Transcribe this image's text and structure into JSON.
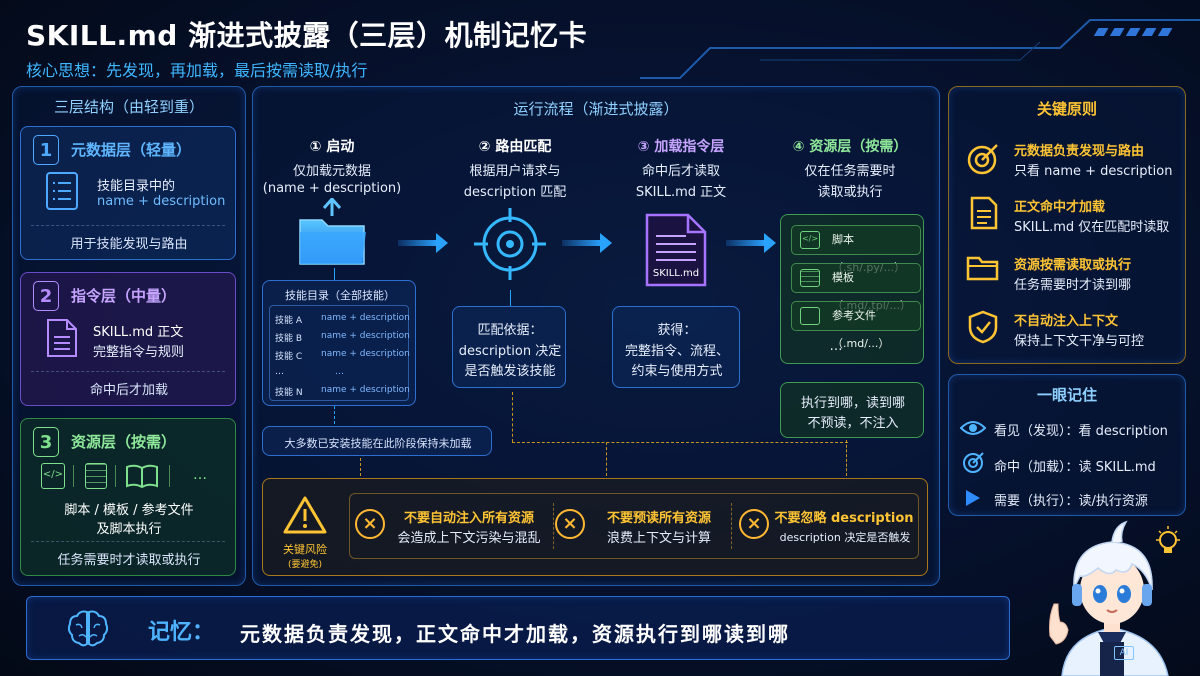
{
  "header": {
    "title": "SKILL.md 渐进式披露（三层）机制记忆卡",
    "subtitle": "核心思想：先发现，再加载，最后按需读取/执行"
  },
  "left": {
    "title": "三层结构（由轻到重）",
    "layers": [
      {
        "num": "1",
        "name": "元数据层（轻量）",
        "line1": "技能目录中的",
        "line2": "name + description",
        "foot": "用于技能发现与路由",
        "icon": "list-document-icon",
        "color": "#4fa8ff"
      },
      {
        "num": "2",
        "name": "指令层（中量）",
        "line1": "SKILL.md 正文",
        "line2": "完整指令与规则",
        "foot": "命中后才加载",
        "icon": "document-icon",
        "color": "#b48cff"
      },
      {
        "num": "3",
        "name": "资源层（按需）",
        "line1": "脚本 / 模板 / 参考文件",
        "line2": "及脚本执行",
        "foot": "任务需要时才读取或执行",
        "icon": "resource-icons",
        "color": "#7ee08c"
      }
    ],
    "layer3_icons": [
      "code-icon",
      "spreadsheet-icon",
      "book-icon",
      "…"
    ]
  },
  "flow": {
    "title": "运行流程（渐进式披露）",
    "steps": [
      {
        "title": "① 启动",
        "line1": "仅加载元数据",
        "line2": "(name + description)",
        "icon": "folder-icon"
      },
      {
        "title": "② 路由匹配",
        "line1": "根据用户请求与",
        "line2": "description 匹配",
        "icon": "target-icon"
      },
      {
        "title": "③ 加载指令层",
        "line1": "命中后才读取",
        "line2": "SKILL.md 正文",
        "icon": "skill-file-icon"
      },
      {
        "title": "④ 资源层（按需）",
        "line1": "仅在任务需要时",
        "line2": "读取或执行",
        "icon": "resources-icon"
      }
    ],
    "skill_file_label": "SKILL.md",
    "catalog": {
      "title": "技能目录（全部技能）",
      "rows": [
        {
          "k": "技能 A",
          "v": "name + description"
        },
        {
          "k": "技能 B",
          "v": "name + description"
        },
        {
          "k": "技能 C",
          "v": "name + description"
        },
        {
          "k": "…",
          "v": "…"
        },
        {
          "k": "技能 N",
          "v": "name + description"
        }
      ],
      "note": "大多数已安装技能在此阶段保持未加载"
    },
    "match_box": {
      "l1": "匹配依据：",
      "l2": "description 决定",
      "l3": "是否触发该技能"
    },
    "get_box": {
      "l1": "获得：",
      "l2": "完整指令、流程、",
      "l3": "约束与使用方式"
    },
    "resources": [
      "脚本（.sh/.py/...）",
      "模板（.md/.tpl/...）",
      "参考文件（.md/...）",
      "…"
    ],
    "exec_box": {
      "l1": "执行到哪，读到哪",
      "l2": "不预读，不注入"
    },
    "risk": {
      "label1": "关键风险",
      "label2": "(要避免)",
      "items": [
        {
          "h": "不要自动注入所有资源",
          "d": "会造成上下文污染与混乱"
        },
        {
          "h": "不要预读所有资源",
          "d": "浪费上下文与计算"
        },
        {
          "h": "不要忽略 description",
          "d": "description 决定是否触发"
        }
      ]
    }
  },
  "principles": {
    "title": "关键原则",
    "items": [
      {
        "h": "元数据负责发现与路由",
        "d": "只看 name + description",
        "icon": "target-arrow-icon"
      },
      {
        "h": "正文命中才加载",
        "d": "SKILL.md 仅在匹配时读取",
        "icon": "document-icon"
      },
      {
        "h": "资源按需读取或执行",
        "d": "任务需要时才读到哪",
        "icon": "folder-icon"
      },
      {
        "h": "不自动注入上下文",
        "d": "保持上下文干净与可控",
        "icon": "shield-check-icon"
      }
    ]
  },
  "glance": {
    "title": "一眼记住",
    "items": [
      {
        "t": "看见（发现）：看 description",
        "icon": "eye-icon"
      },
      {
        "t": "命中（加载）：读 SKILL.md",
        "icon": "target-icon"
      },
      {
        "t": "需要（执行）：读/执行资源",
        "icon": "play-icon"
      }
    ]
  },
  "footer": {
    "label": "记忆：",
    "text": "元数据负责发现，正文命中才加载，资源执行到哪读到哪",
    "icon": "brain-icon"
  },
  "mascot": {
    "badge": "AI"
  }
}
